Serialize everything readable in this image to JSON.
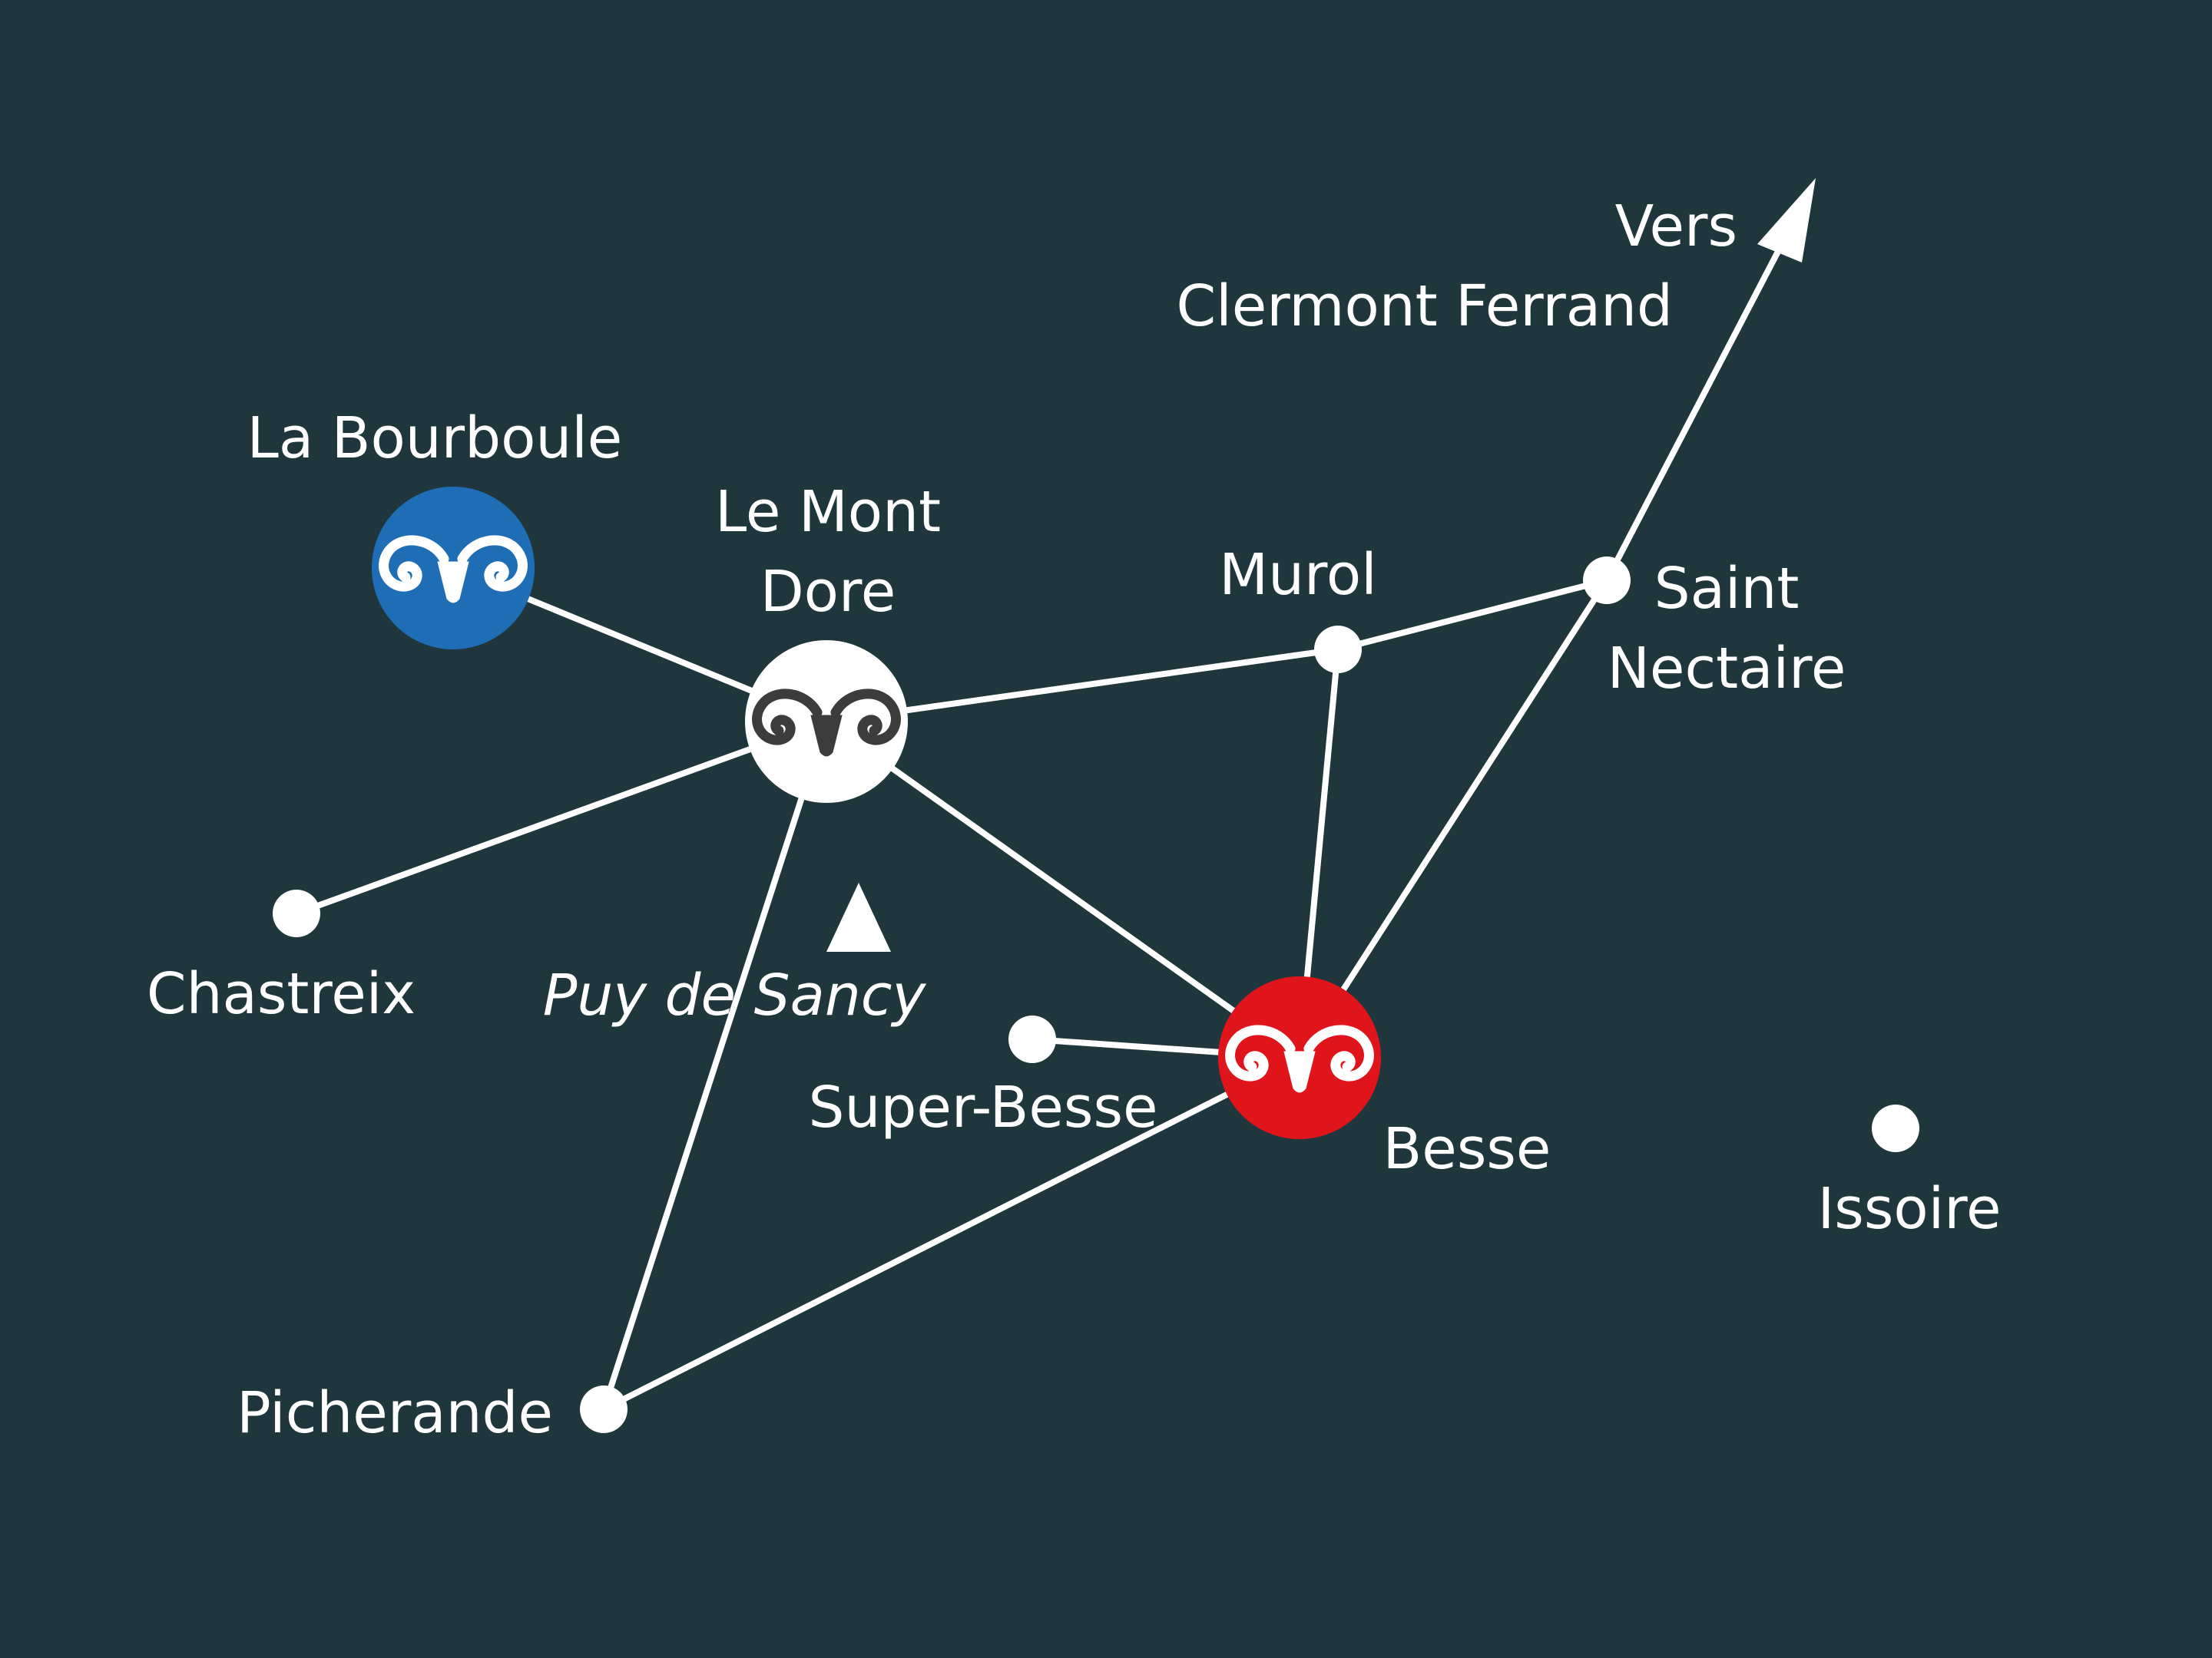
{
  "colors": {
    "background": "#1f363d",
    "route": "#ffffff",
    "la_bourboule_badge": "#1f6db5",
    "le_mont_dore_badge": "#ffffff",
    "le_mont_dore_ram": "#3c3c3c",
    "besse_badge": "#e0141b",
    "badge_ram_light": "#ffffff"
  },
  "icons": {
    "resort": "ram-head-icon",
    "summit": "mountain-triangle-icon",
    "direction": "arrow-icon"
  },
  "places": {
    "la_bourboule": "La Bourboule",
    "le_mont_dore_line1": "Le Mont",
    "le_mont_dore_line2": "Dore",
    "murol": "Murol",
    "saint_nectaire_line1": "Saint",
    "saint_nectaire_line2": "Nectaire",
    "vers_line1": "Vers",
    "vers_line2": "Clermont Ferrand",
    "chastreix": "Chastreix",
    "puy_de_sancy": "Puy de Sancy",
    "super_besse": "Super-Besse",
    "besse": "Besse",
    "issoire": "Issoire",
    "picherande": "Picherande"
  }
}
